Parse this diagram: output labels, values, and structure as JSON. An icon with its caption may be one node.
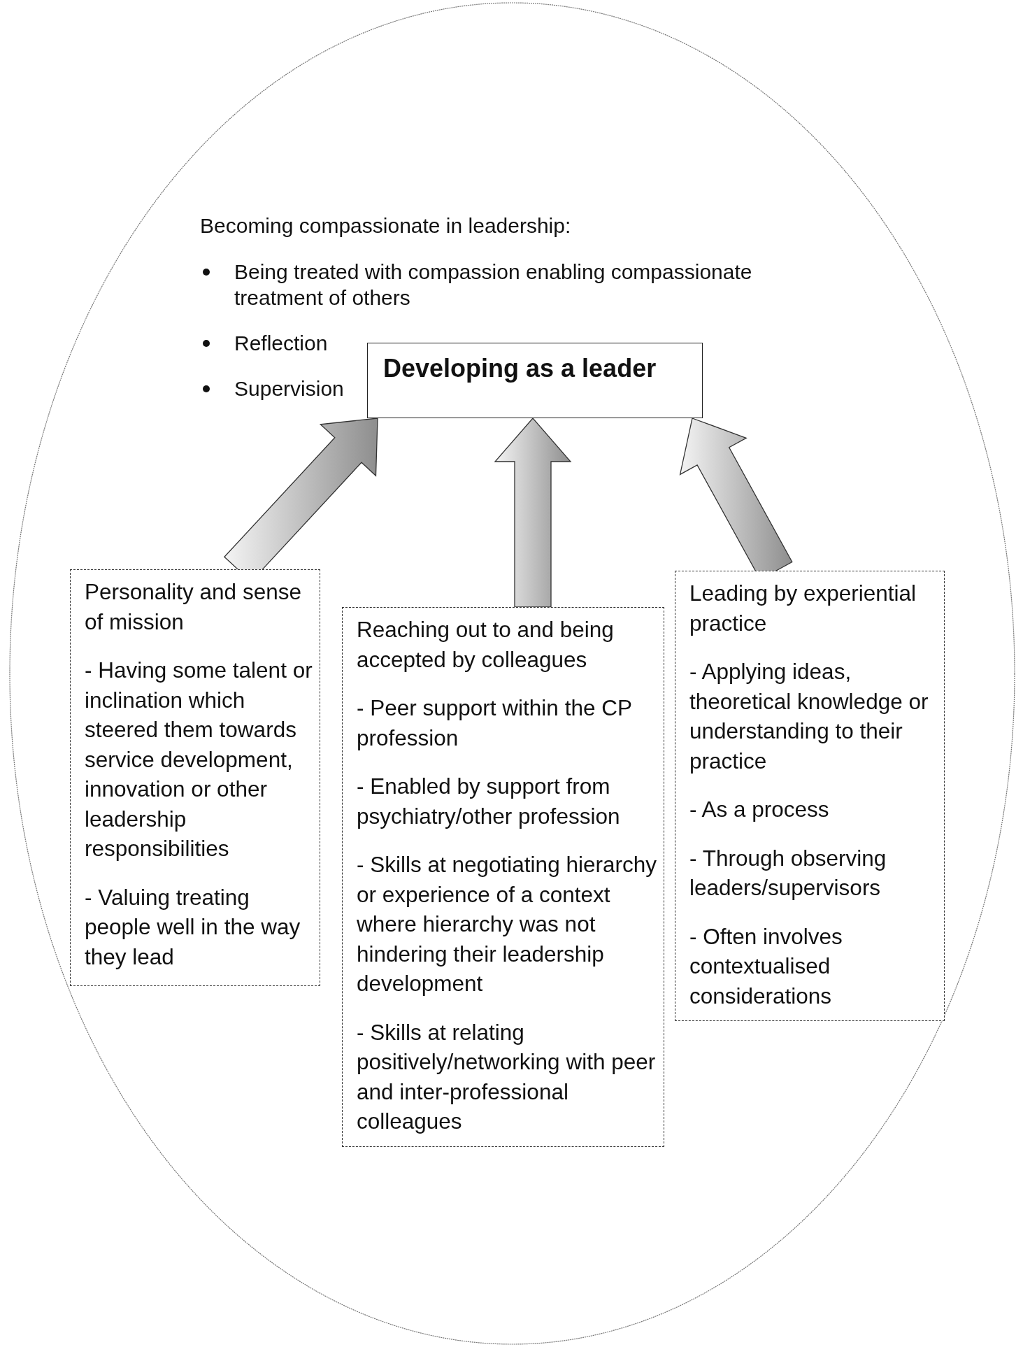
{
  "diagram": {
    "nodes": [
      {
        "text": [],
        "shape": "ellipse"
      },
      {
        "text": [
          "Developing as a leader"
        ],
        "in": 0
      },
      {
        "text": [
          "Personality and sense of mission",
          "- Having some talent or inclination which steered them towards service development, innovation or other leadership responsibilities",
          "- Valuing treating people well in the way they lead"
        ],
        "in": 0
      },
      {
        "text": [
          "Reaching out to and being accepted by colleagues",
          "- Peer support within the CP profession",
          "- Enabled by support from psychiatry/other profession",
          "- Skills at negotiating hierarchy or experience of a context where hierarchy was not hindering their leadership development",
          "- Skills at relating positively/networking with peer and inter-professional colleagues"
        ],
        "in": 0
      },
      {
        "text": [
          "Leading by experiential practice",
          "- Applying ideas, theoretical knowledge or understanding to their practice",
          "- As a process",
          "- Through observing leaders/supervisors",
          "- Often involves contextualised considerations"
        ],
        "in": 0
      }
    ],
    "edges": [
      {
        "from": 2,
        "to": 1,
        "arrow": "to"
      },
      {
        "from": 3,
        "to": 1,
        "arrow": "to"
      },
      {
        "from": 4,
        "to": 1,
        "arrow": "to"
      }
    ],
    "labels": [
      "Becoming compassionate in leadership:",
      "Being treated with compassion enabling compassionate treatment of others",
      "Reflection",
      "Supervision"
    ]
  }
}
